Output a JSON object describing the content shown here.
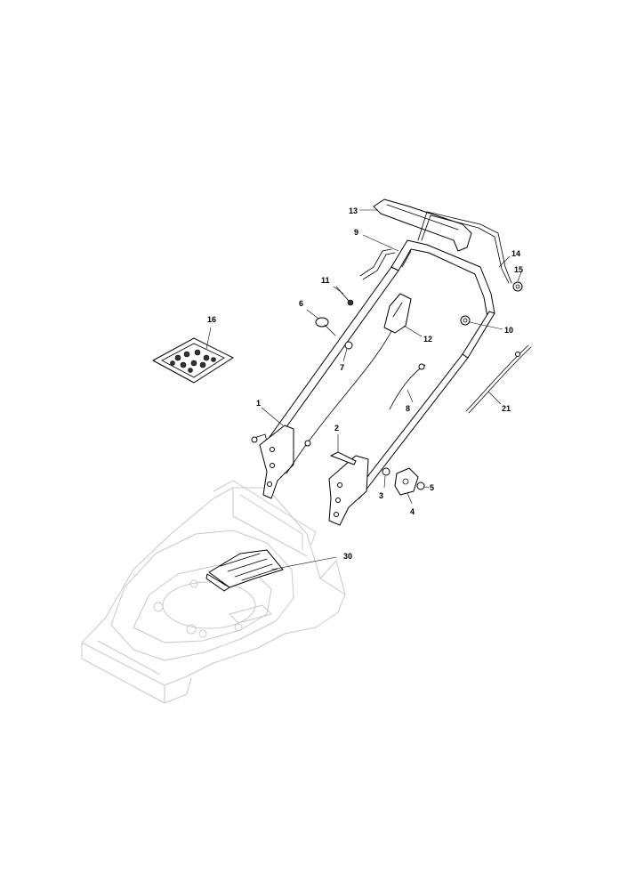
{
  "diagram": {
    "callouts": {
      "c1": "1",
      "c2": "2",
      "c3": "3",
      "c4": "4",
      "c5": "5",
      "c6": "6",
      "c7": "7",
      "c8": "8",
      "c9": "9",
      "c10": "10",
      "c11": "11",
      "c12": "12",
      "c13": "13",
      "c14": "14",
      "c15": "15",
      "c16": "16",
      "c21": "21",
      "c30": "30"
    }
  }
}
